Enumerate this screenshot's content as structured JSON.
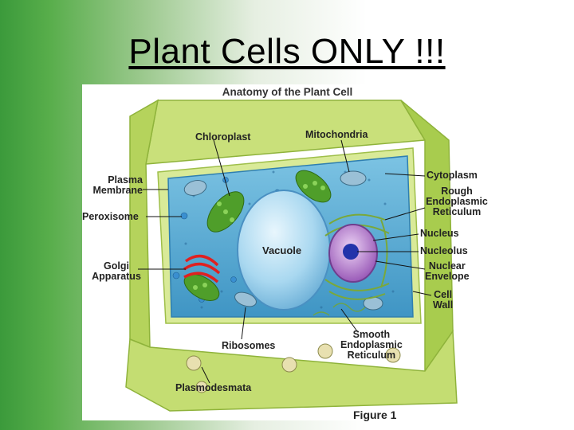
{
  "slide": {
    "title": "Plant Cells ONLY !!!"
  },
  "figure": {
    "title": "Anatomy of the Plant Cell",
    "caption": "Figure 1",
    "labels": {
      "chloroplast": "Chloroplast",
      "mitochondria": "Mitochondria",
      "plasma_membrane": "Plasma\nMembrane",
      "cytoplasm": "Cytoplasm",
      "rough_er": "Rough\nEndoplasmic\nReticulum",
      "peroxisome": "Peroxisome",
      "nucleus": "Nucleus",
      "vacuole": "Vacuole",
      "nucleolus": "Nucleolus",
      "golgi": "Golgi\nApparatus",
      "nuclear_envelope": "Nuclear\nEnvelope",
      "cell_wall": "Cell\nWall",
      "ribosomes": "Ribosomes",
      "smooth_er": "Smooth\nEndoplasmic\nReticulum",
      "plasmodesmata": "Plasmodesmata"
    }
  },
  "colors": {
    "wall_top": "#c9e07a",
    "wall_side": "#a8cc4e",
    "cytoplasm": "#5fb0d8",
    "vacuole": "#bde3f5",
    "nucleus": "#c59ad8",
    "golgi": "#e02020",
    "chloroplast": "#4f9e2a"
  }
}
